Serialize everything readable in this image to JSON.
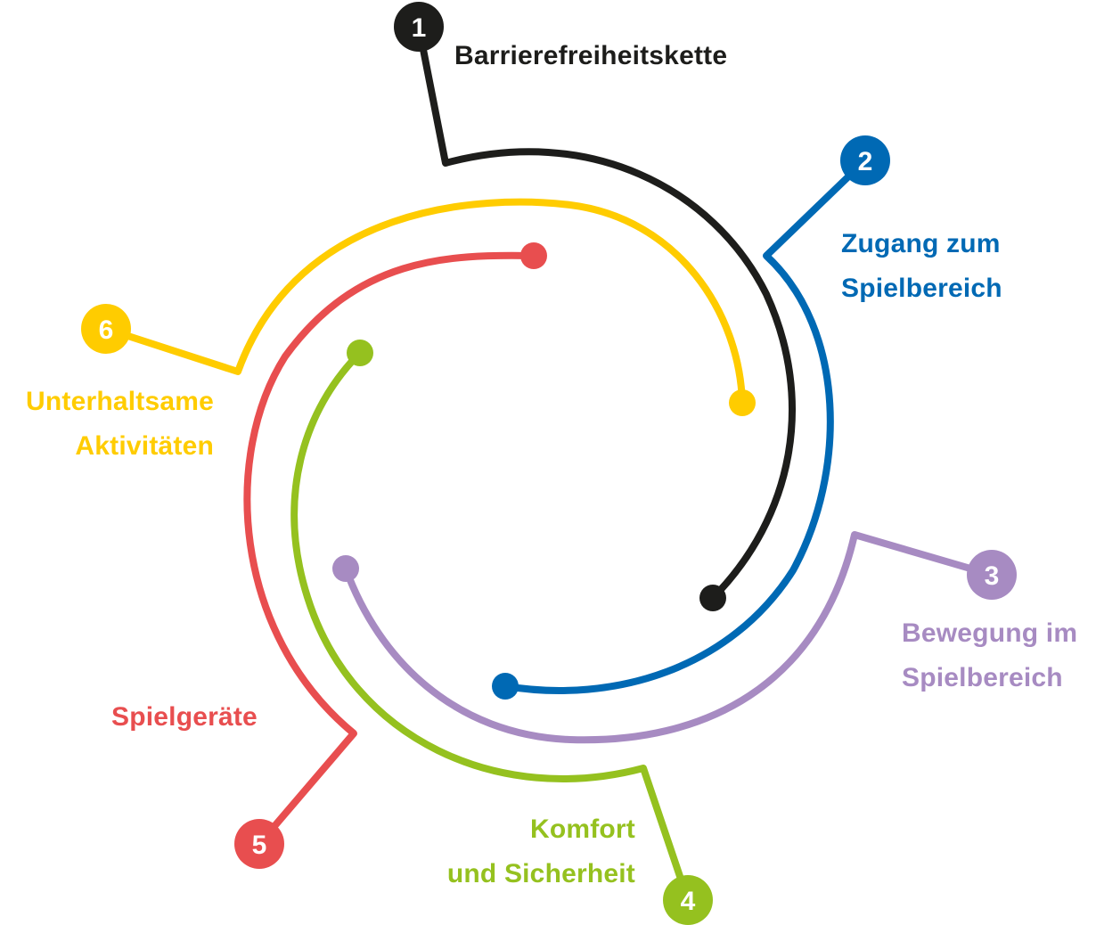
{
  "colors": {
    "step1": "#1d1d1b",
    "step2": "#0069b4",
    "step3": "#a78bc2",
    "step4": "#95c11f",
    "step5": "#e84e4f",
    "step6": "#ffcc00"
  },
  "steps": [
    {
      "number": "1",
      "lines": [
        "Barrierefreiheitskette"
      ]
    },
    {
      "number": "2",
      "lines": [
        "Zugang zum",
        "Spielbereich"
      ]
    },
    {
      "number": "3",
      "lines": [
        "Bewegung im",
        "Spielbereich"
      ]
    },
    {
      "number": "4",
      "lines": [
        "Komfort",
        "und Sicherheit"
      ]
    },
    {
      "number": "5",
      "lines": [
        "Spielgeräte"
      ]
    },
    {
      "number": "6",
      "lines": [
        "Unterhaltsame",
        "Aktivitäten"
      ]
    }
  ]
}
